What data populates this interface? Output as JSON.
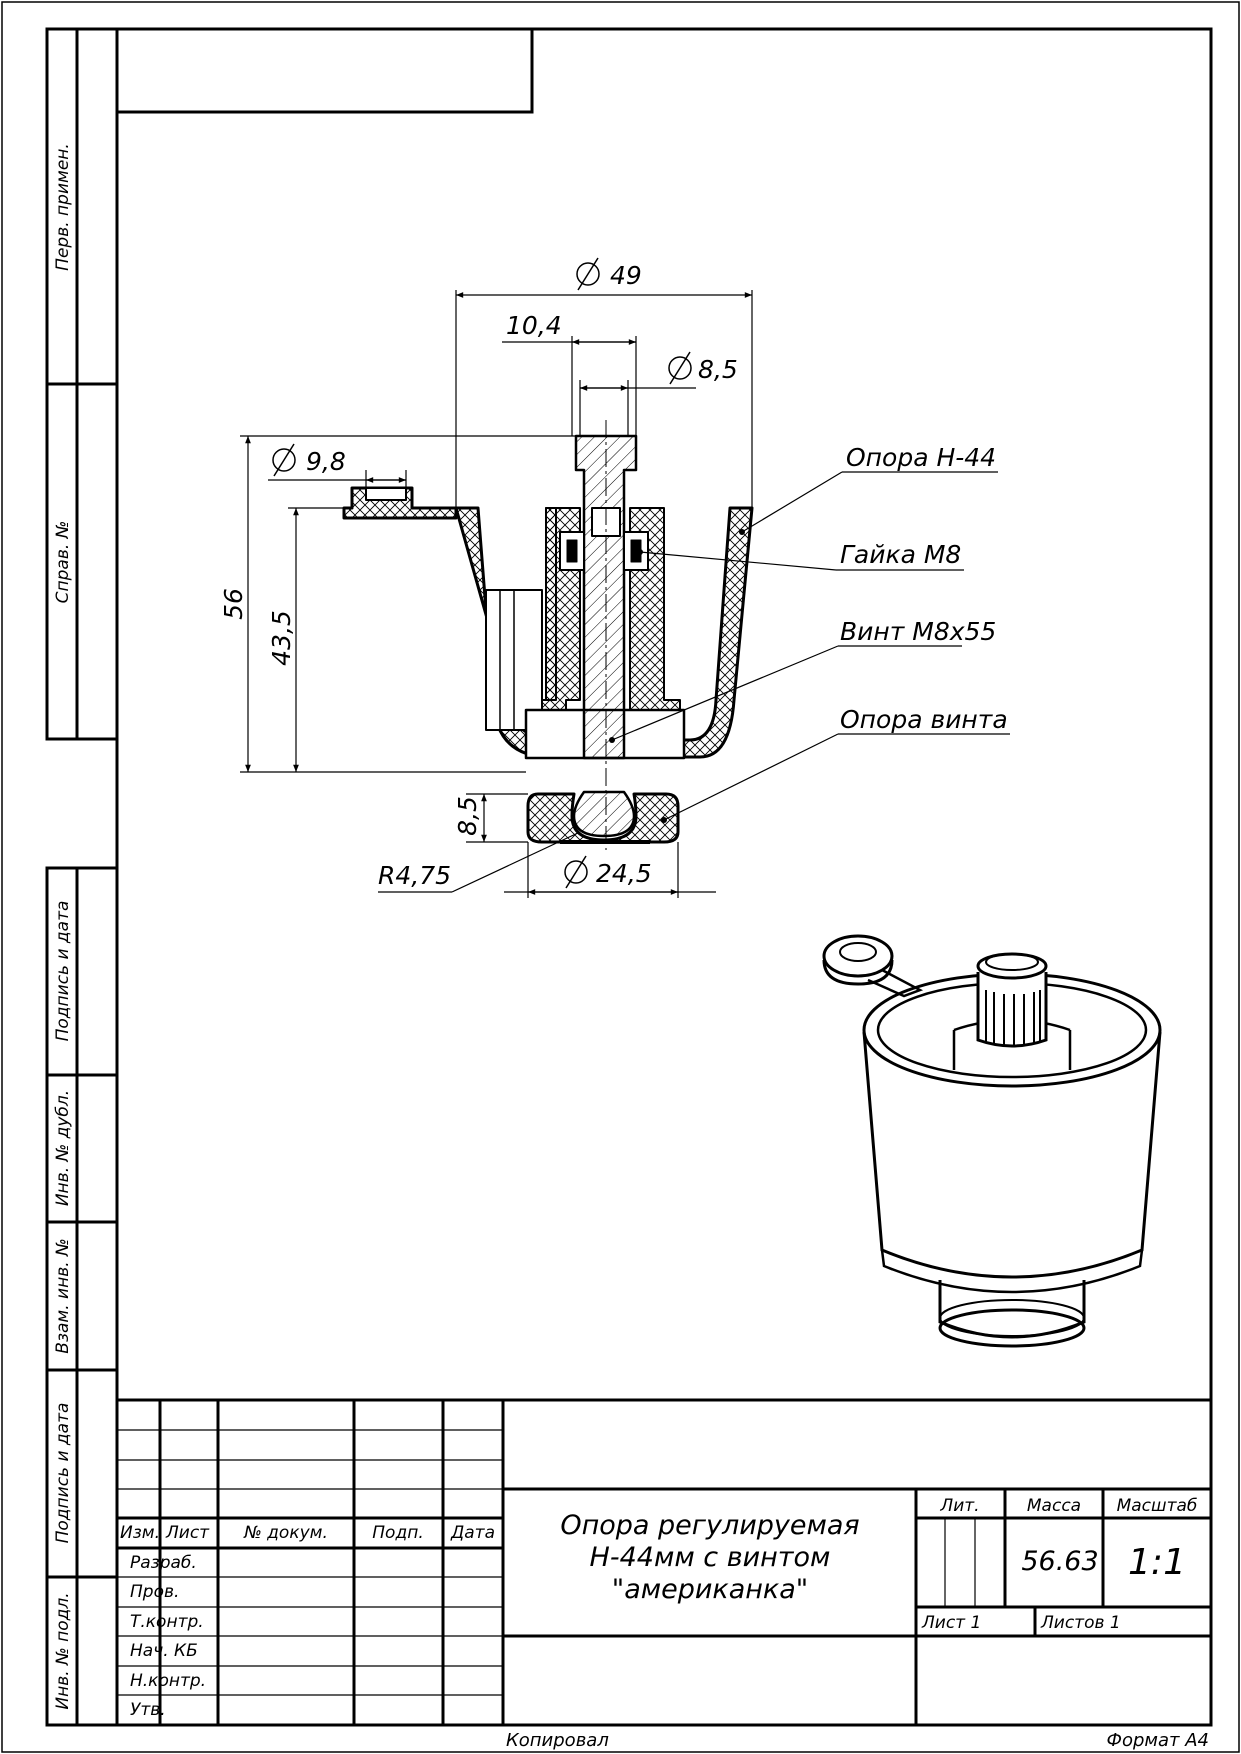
{
  "side_strip": {
    "perv_primen": "Перв. примен.",
    "sprav_no": "Справ. №",
    "podpis_data_1": "Подпись и дата",
    "inv_no_dubl": "Инв. № дубл.",
    "vzam_inv_no": "Взам. инв. №",
    "podpis_data_2": "Подпись и дата",
    "inv_no_podl": "Инв. № подл."
  },
  "dimensions": {
    "d49": "49",
    "w10_4": "10,4",
    "d8_5": "8,5",
    "d9_8": "9,8",
    "h56": "56",
    "h43_5": "43,5",
    "h8_5": "8,5",
    "r4_75": "R4,75",
    "d24_5": "24,5"
  },
  "callouts": {
    "opora": "Опора Н-44",
    "gaika": "Гайка М8",
    "vint": "Винт М8х55",
    "opora_vinta": "Опора винта"
  },
  "title_block": {
    "headers": {
      "izm": "Изм.",
      "list": "Лист",
      "dokum": "№ докум.",
      "podp": "Подп.",
      "data": "Дата"
    },
    "roles": [
      "Разраб.",
      "Пров.",
      "Т.контр.",
      "Нач. КБ",
      "Н.контр.",
      "Утв."
    ],
    "title_lines": [
      "Опора регулируемая",
      "Н-44мм с винтом",
      "\"американка\""
    ],
    "lit_label": "Лит.",
    "massa_label": "Масса",
    "masshtab_label": "Масштаб",
    "massa_value": "56.63",
    "masshtab_value": "1:1",
    "list_label": "Лист 1",
    "listov_label": "Листов 1"
  },
  "footer": {
    "kopiroval": "Копировал",
    "format": "Формат А4"
  }
}
